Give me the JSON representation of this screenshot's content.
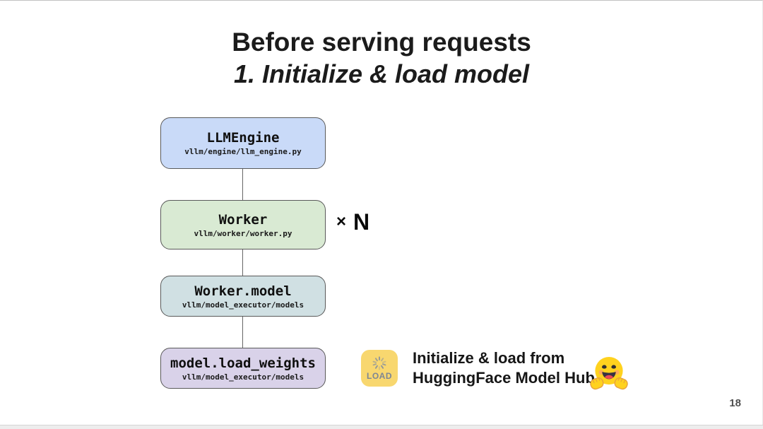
{
  "slide": {
    "title": "Before serving requests",
    "subtitle": "1. Initialize & load model",
    "page_number": "18"
  },
  "diagram": {
    "nodes": [
      {
        "label": "LLMEngine",
        "path": "vllm/engine/llm_engine.py",
        "fill": "#c9daf8"
      },
      {
        "label": "Worker",
        "path": "vllm/worker/worker.py",
        "fill": "#d9ead3"
      },
      {
        "label": "Worker.model",
        "path": "vllm/model_executor/models",
        "fill": "#d0e0e3"
      },
      {
        "label": "model.load_weights",
        "path": "vllm/model_executor/models",
        "fill": "#d9d2e9"
      }
    ],
    "worker_multiplier": {
      "symbol": "×",
      "count": "N"
    },
    "border_color": "#595959",
    "connector_color": "#666666"
  },
  "annotation": {
    "load_icon_label": "LOAD",
    "load_icon_bg": "#f8d76f",
    "line1": "Initialize & load from",
    "line2": "HuggingFace Model Hub",
    "emoji": "hugging-face"
  }
}
